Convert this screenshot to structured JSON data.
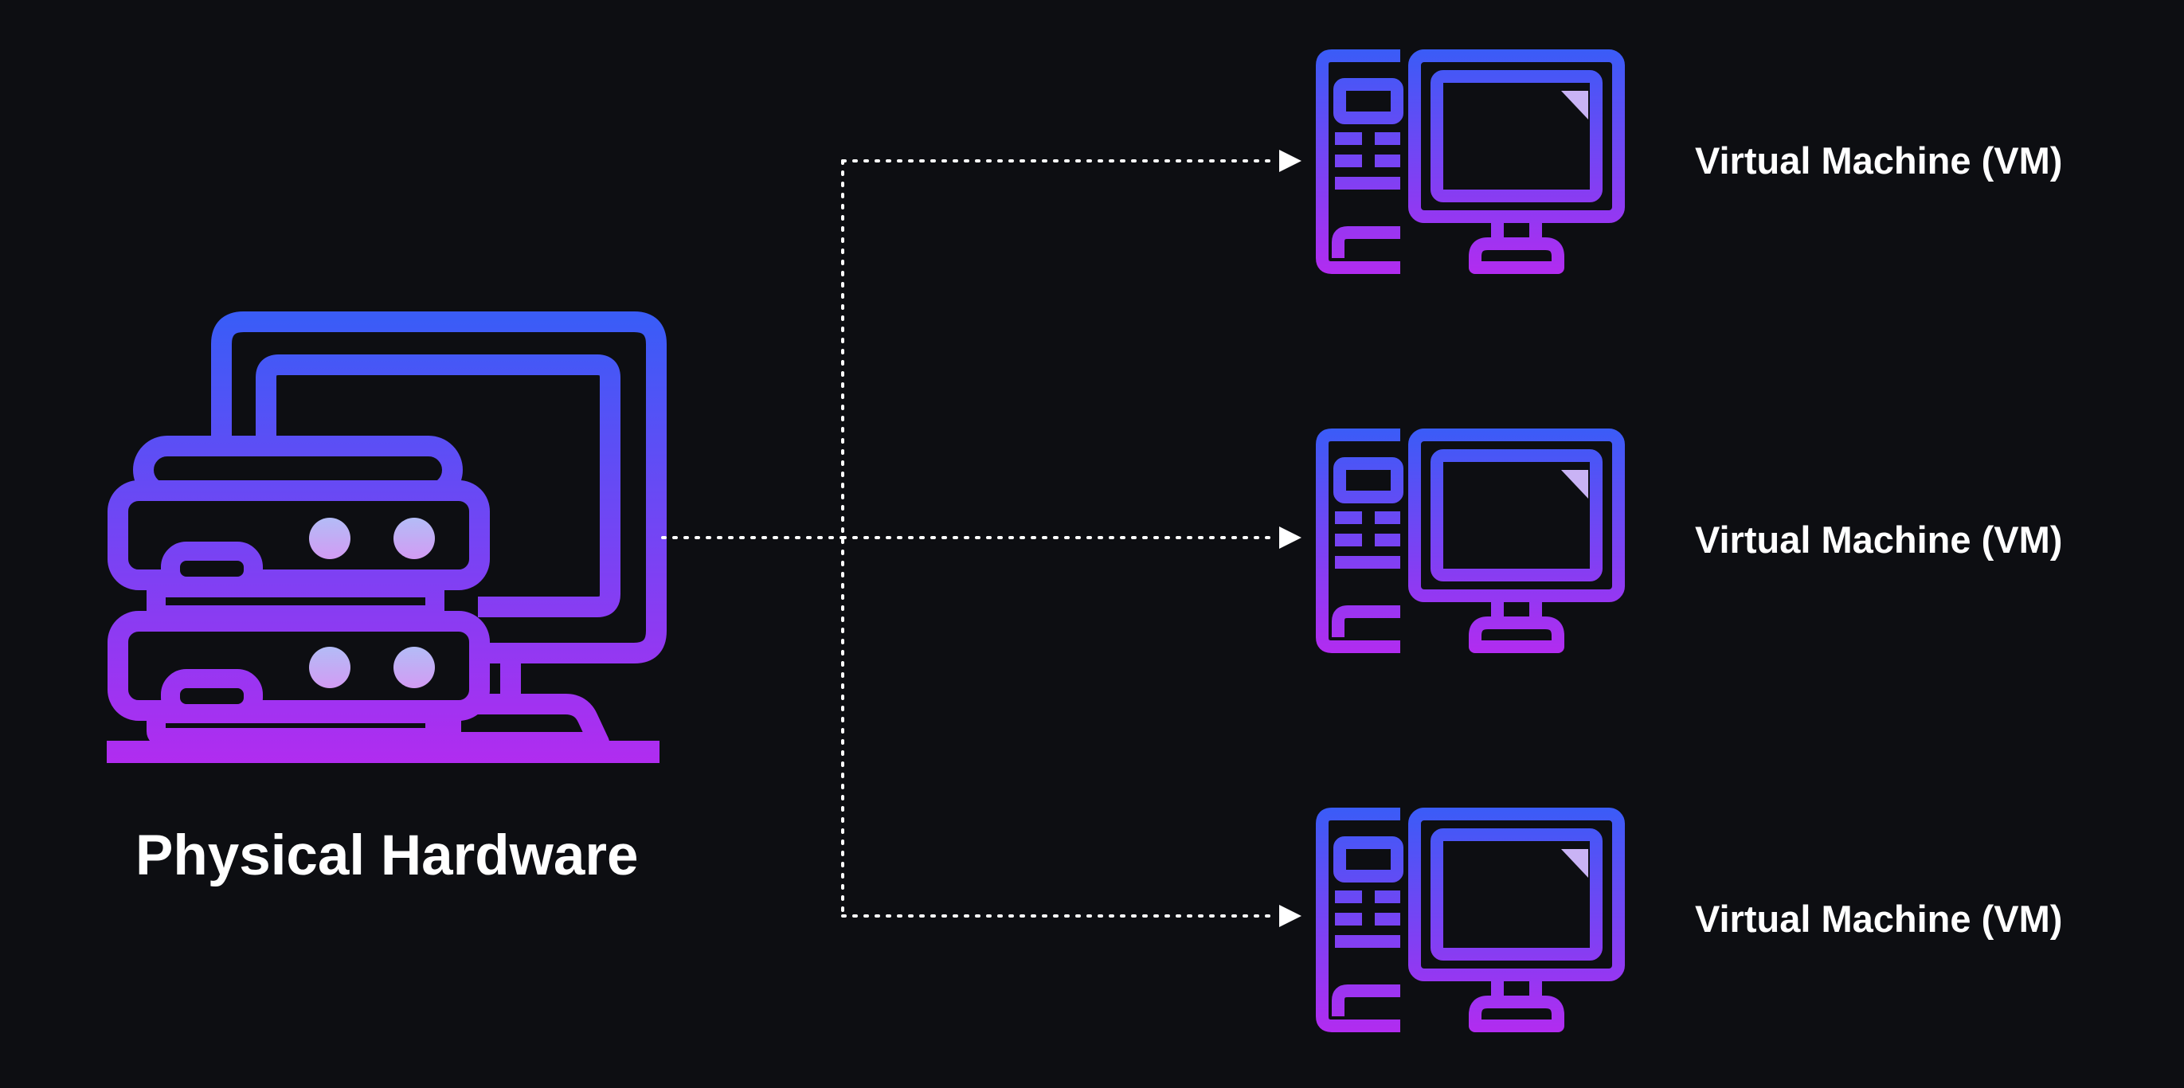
{
  "diagram": {
    "source": {
      "label": "Physical Hardware",
      "icon": "physical-hardware-icon"
    },
    "targets": [
      {
        "label": "Virtual Machine (VM)",
        "icon": "desktop-computer-icon"
      },
      {
        "label": "Virtual Machine (VM)",
        "icon": "desktop-computer-icon"
      },
      {
        "label": "Virtual Machine (VM)",
        "icon": "desktop-computer-icon"
      }
    ],
    "connector_style": "dotted-arrow",
    "colors": {
      "background": "#0d0e12",
      "gradient_top": "#3a5cf7",
      "gradient_bottom": "#b12cf0",
      "accent_light": "#c9b3f5",
      "text": "#ffffff",
      "connector": "#ffffff"
    }
  }
}
